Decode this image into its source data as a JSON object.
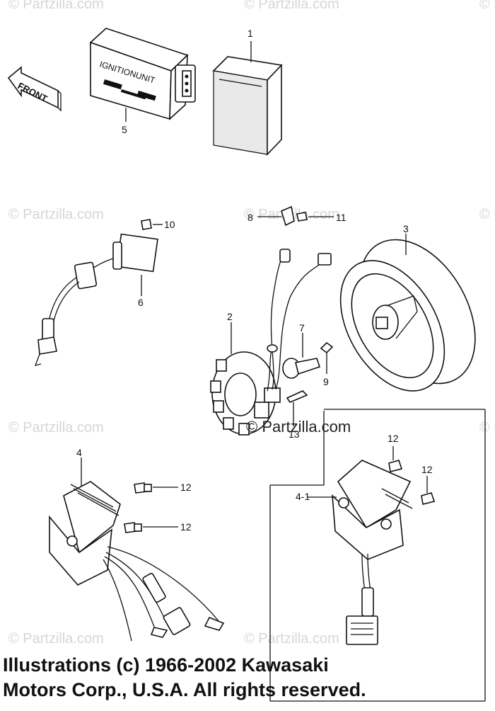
{
  "watermark": "© Partzilla.com",
  "center_watermark": "© Partzilla.com",
  "front_label": "FRONT",
  "ignition_unit_label": "IGNITIONUNIT",
  "callouts": {
    "p1": "1",
    "p2": "2",
    "p3": "3",
    "p4": "4",
    "p4_1": "4-1",
    "p5": "5",
    "p6": "6",
    "p7": "7",
    "p8": "8",
    "p9": "9",
    "p10": "10",
    "p11": "11",
    "p12a": "12",
    "p12b": "12",
    "p12c": "12",
    "p12d": "12",
    "p13": "13"
  },
  "copyright": {
    "line1": "Illustrations (c) 1966-2002 Kawasaki",
    "line2": "Motors Corp., U.S.A.  All rights reserved."
  }
}
